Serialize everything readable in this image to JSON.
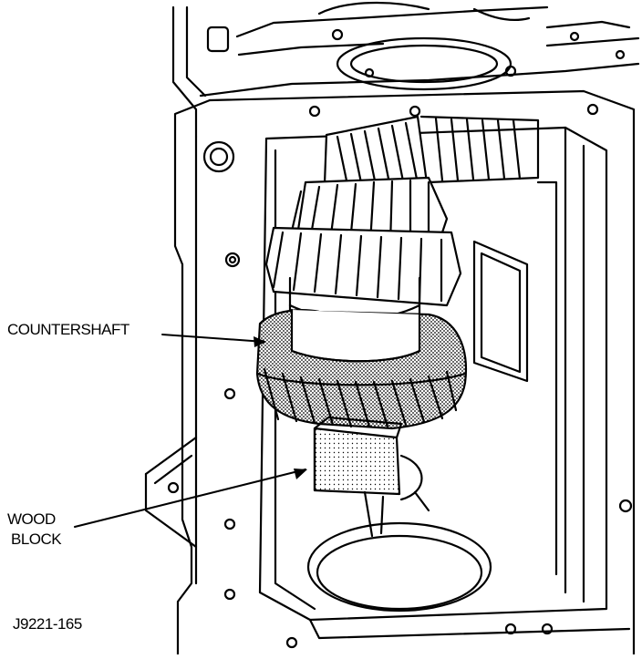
{
  "labels": {
    "countershaft": "COUNTERSHAFT",
    "wood_block_line1": "WOOD",
    "wood_block_line2": "BLOCK",
    "figure_code": "J9221-165"
  },
  "colors": {
    "ink": "#000000",
    "paper": "#ffffff",
    "shade": "#7a7a7a"
  }
}
